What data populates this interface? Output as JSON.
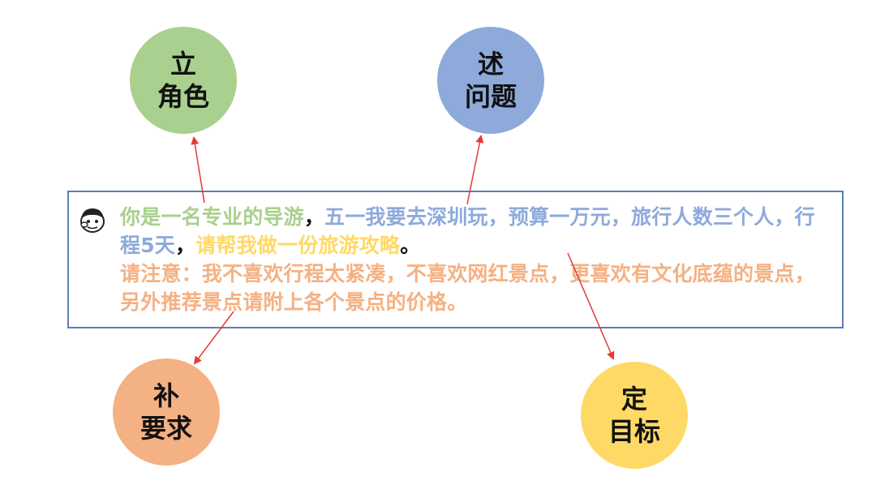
{
  "circles": {
    "role": {
      "line1": "立",
      "line2": "角色"
    },
    "task": {
      "line1": "述",
      "line2": "问题"
    },
    "requirement": {
      "line1": "补",
      "line2": "要求"
    },
    "goal": {
      "line1": "定",
      "line2": "目标"
    }
  },
  "prompt": {
    "role": "你是一名专业的导游",
    "comma1": "，",
    "task": "五一我要去深圳玩，预算一万元，旅行人数三个人，行程5天",
    "comma2": "，",
    "goal": "请帮我做一份旅游攻略",
    "period": "。",
    "requirement": "请注意：我不喜欢行程太紧凑，不喜欢网红景点，更喜欢有文化底蕴的景点，另外推荐景点请附上各个景点的价格。"
  },
  "colors": {
    "role": "#a9d08e",
    "task": "#8eaadb",
    "requirement": "#f4b183",
    "goal": "#ffd966",
    "arrow": "#e53935",
    "box_border": "#5b7fb3"
  },
  "icons": {
    "avatar": "cartoon-face-icon"
  }
}
